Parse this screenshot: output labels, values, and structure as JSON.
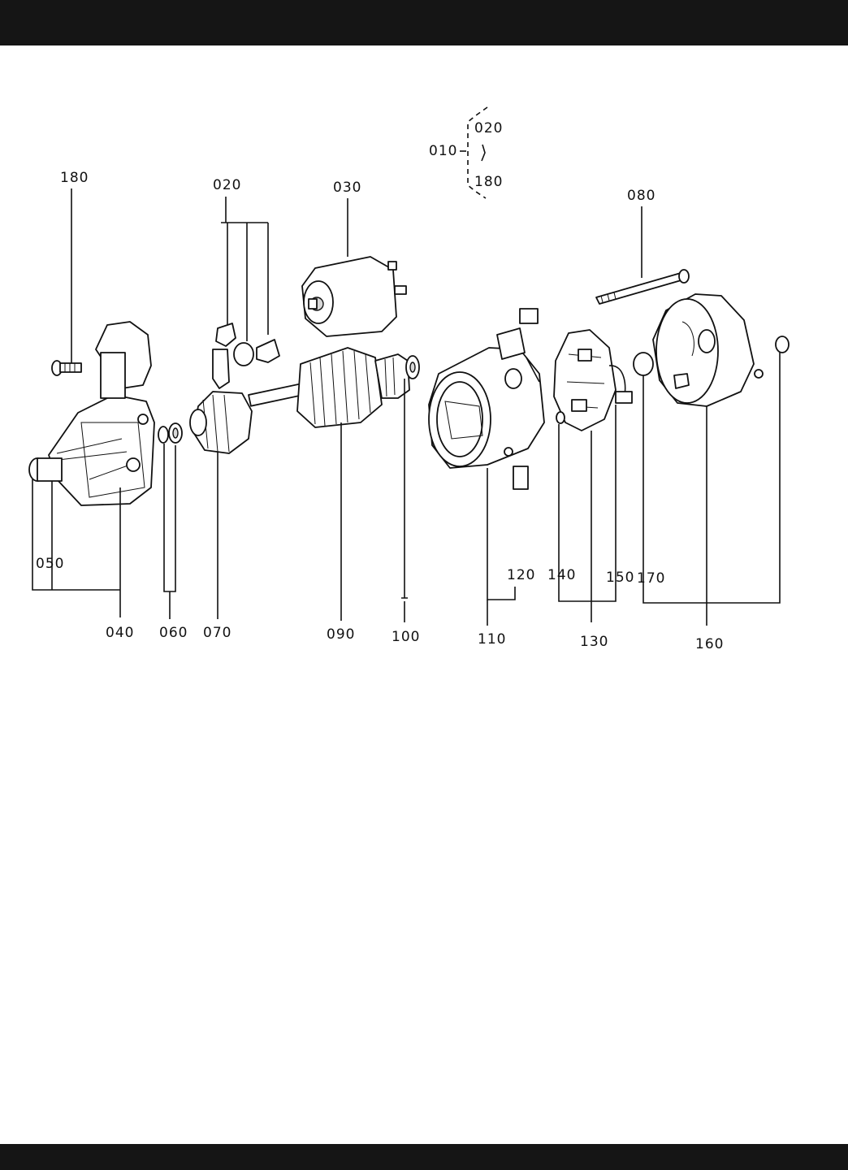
{
  "assembly": {
    "id": "010",
    "contains_from": "020",
    "contains_to": "180"
  },
  "labels": {
    "p180a": "180",
    "p020": "020",
    "p030": "030",
    "p080": "080",
    "p050": "050",
    "p040": "040",
    "p060": "060",
    "p070": "070",
    "p090": "090",
    "p100": "100",
    "p110": "110",
    "p120": "120",
    "p140": "140",
    "p150": "150",
    "p170": "170",
    "p130": "130",
    "p160": "160"
  },
  "colors": {
    "bar": "#151515",
    "line": "#111111",
    "background": "#ffffff"
  }
}
